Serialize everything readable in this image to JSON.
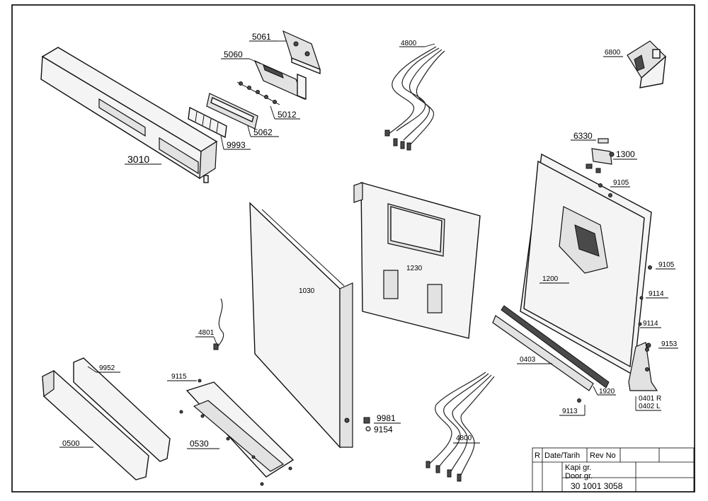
{
  "parts": {
    "p5061": "5061",
    "p5060": "5060",
    "p5012": "5012",
    "p5062": "5062",
    "p9993": "9993",
    "p3010": "3010",
    "p4800_top": "4800",
    "p6800": "6800",
    "p6330": "6330",
    "p1300": "1300",
    "p9105_a": "9105",
    "p9105_b": "9105",
    "p1230": "1230",
    "p1200": "1200",
    "p9114_a": "9114",
    "p9114_b": "9114",
    "p1030": "1030",
    "p4801": "4801",
    "p9153": "9153",
    "p0403": "0403",
    "p9952": "9952",
    "p9115": "9115",
    "p1920": "1920",
    "p0401": "0401 R",
    "p0402": "0402 L",
    "p9113": "9113",
    "p9981": "9981",
    "p9154": "9154",
    "p0500": "0500",
    "p0530": "0530",
    "p4800_bottom": "4800"
  },
  "title_block": {
    "rev_marker": "R",
    "date_header": "Date/Tarih",
    "rev_header": "Rev No",
    "name_tr": "Kapi gr.",
    "name_en": "Door gr.",
    "drawing_number": "30 1001 3058"
  }
}
